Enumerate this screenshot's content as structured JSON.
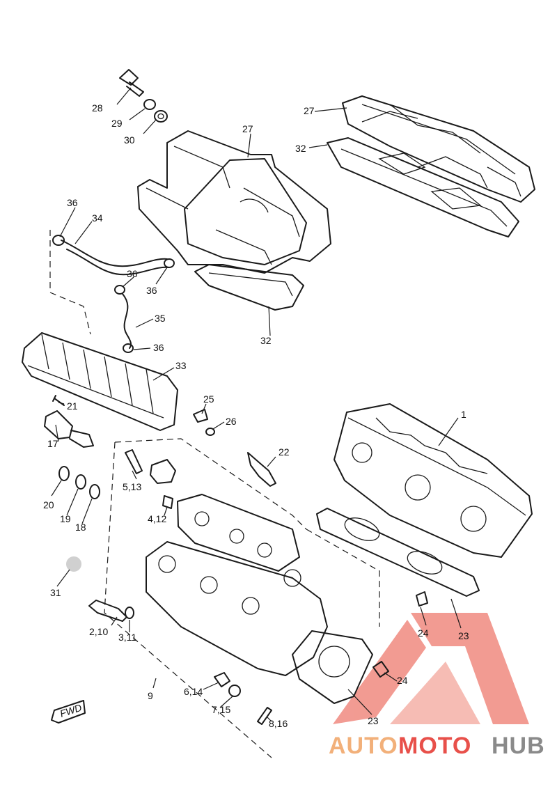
{
  "diagram": {
    "callouts": {
      "c1": "1",
      "c9": "9",
      "c17": "17",
      "c18": "18",
      "c19": "19",
      "c20": "20",
      "c21": "21",
      "c22": "22",
      "c23a": "23",
      "c23b": "23",
      "c24a": "24",
      "c24b": "24",
      "c25": "25",
      "c26": "26",
      "c27a": "27",
      "c27b": "27",
      "c28": "28",
      "c29": "29",
      "c30": "30",
      "c31": "31",
      "c32a": "32",
      "c32b": "32",
      "c33": "33",
      "c34": "34",
      "c35": "35",
      "c36a": "36",
      "c36b": "36",
      "c36c": "36",
      "c36d": "36",
      "c5_13": "5,13",
      "c4_12": "4,12",
      "c2_10": "2,10",
      "c3_11": "3,11",
      "c6_14": "6,14",
      "c7_15": "7,15",
      "c8_16": "8,16"
    },
    "fwd_label": "FWD"
  },
  "watermark": {
    "text_auto": "AUTO",
    "text_moto": "MOTO",
    "text_hub": "HUB",
    "color_orange": "#f2b07a",
    "color_red": "#e8504a",
    "color_gray": "#8a8a8a"
  }
}
